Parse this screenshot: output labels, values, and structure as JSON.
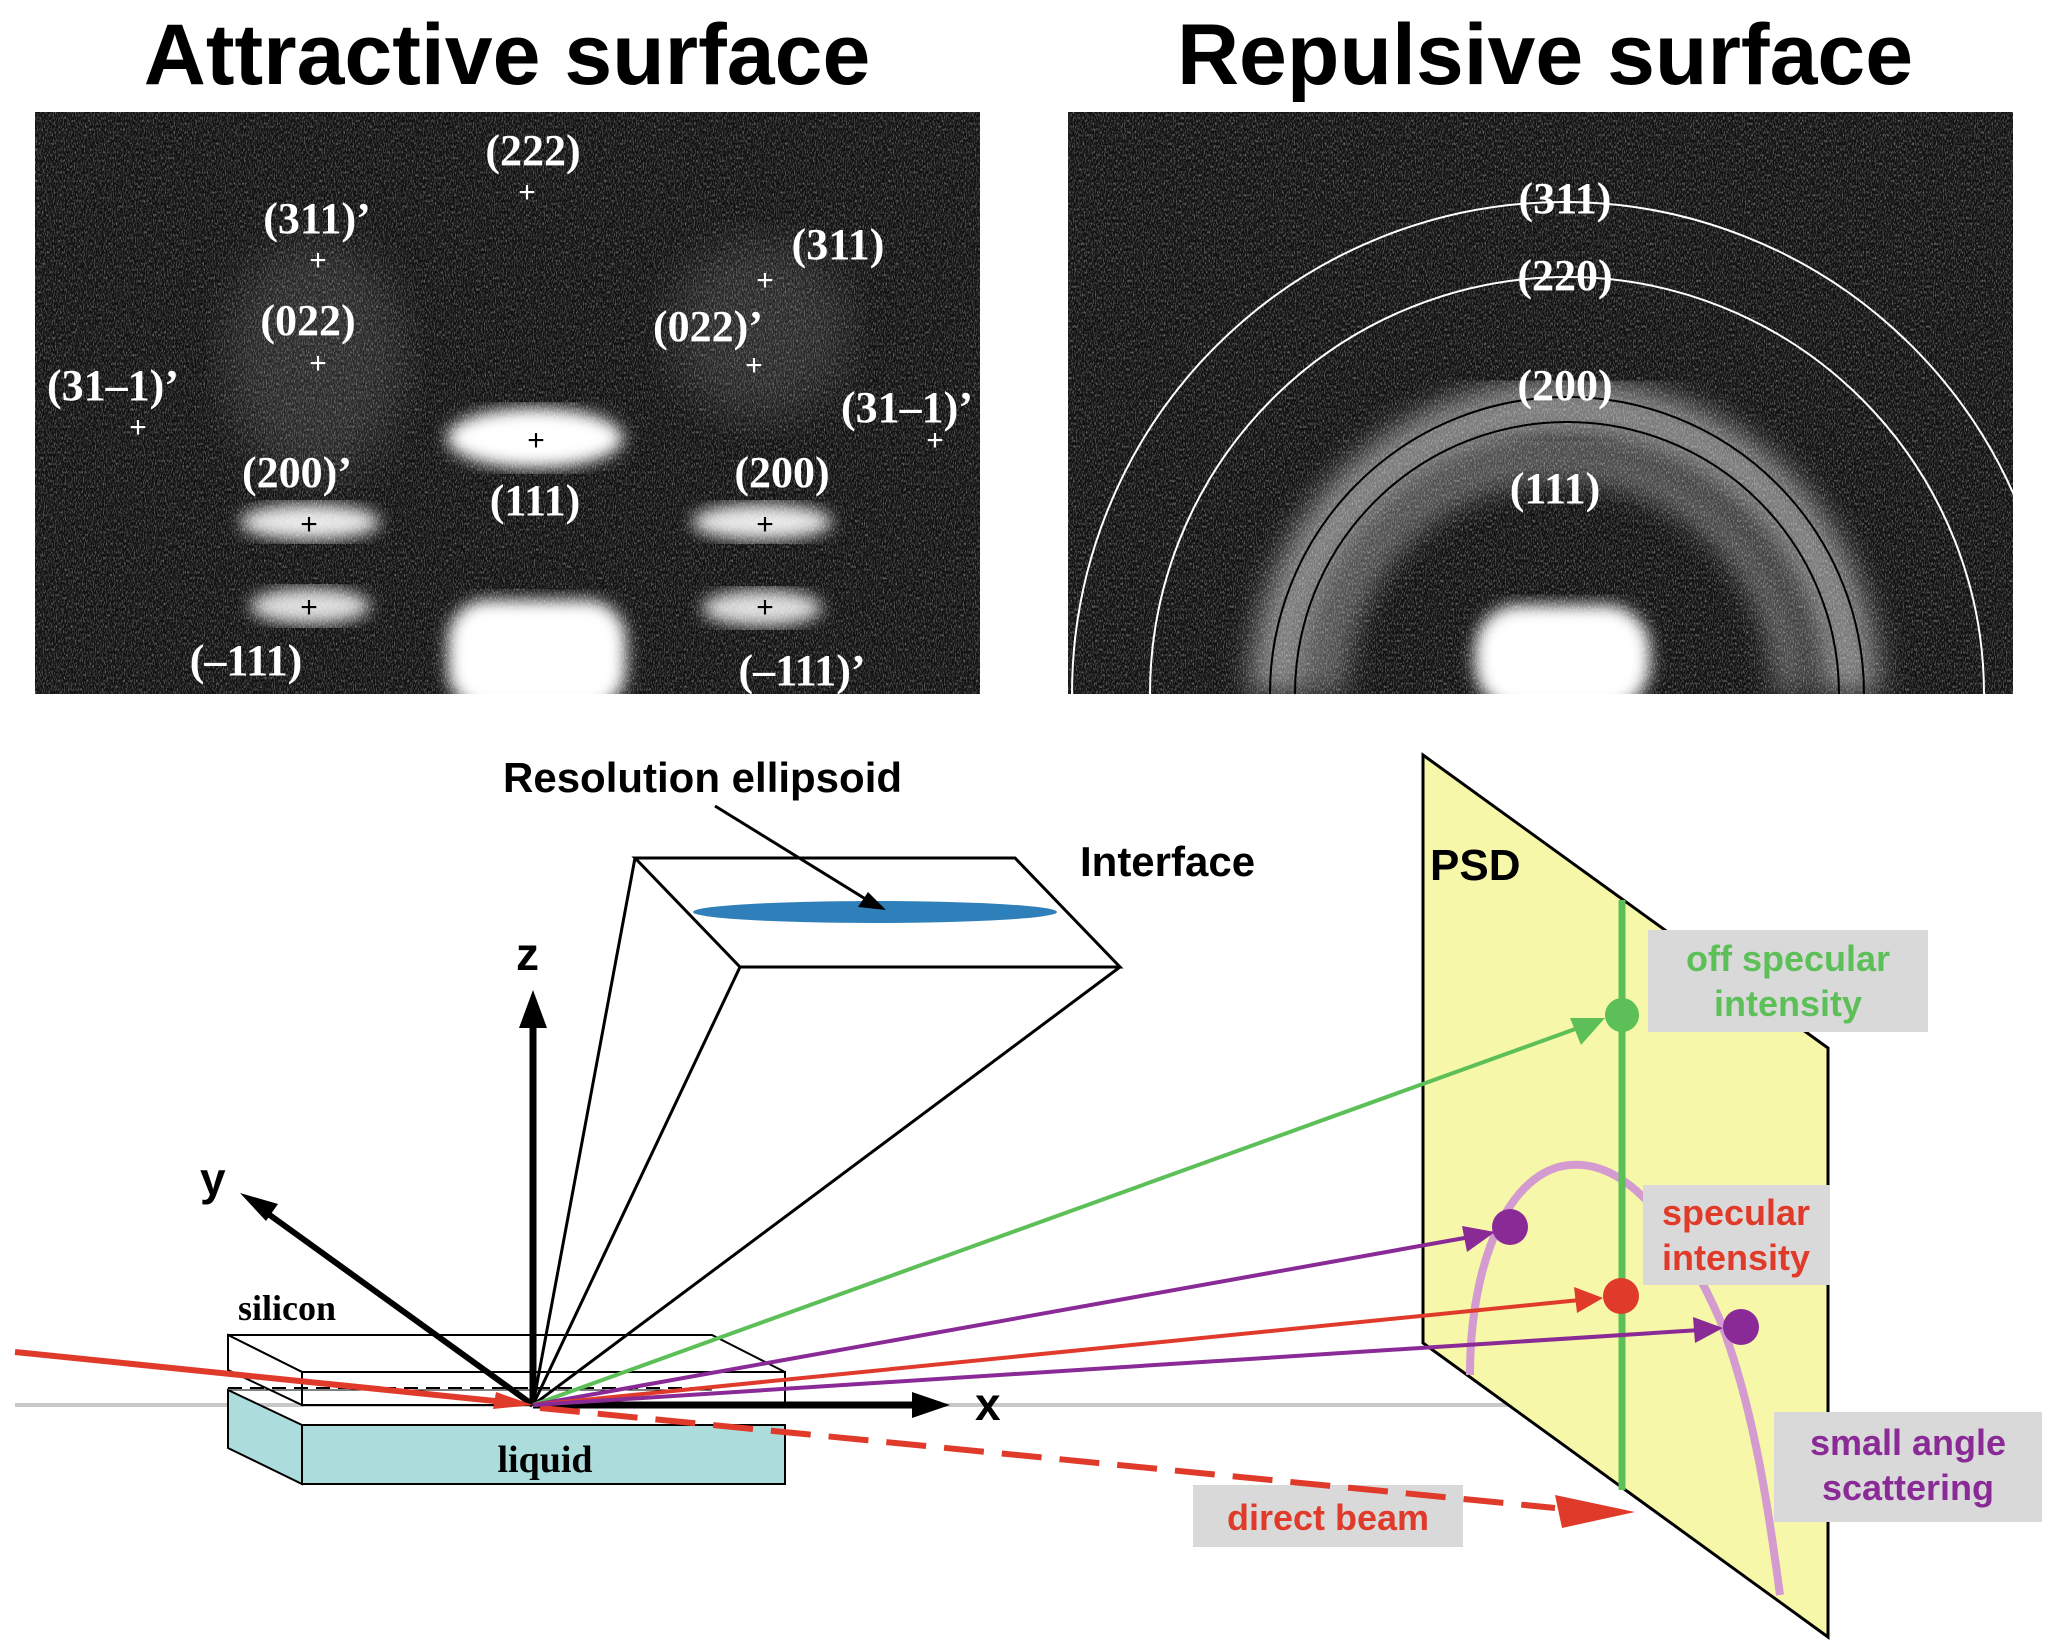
{
  "titles": {
    "attractive": "Attractive surface",
    "repulsive": "Repulsive surface"
  },
  "attractive_labels": {
    "l222": "(222)",
    "l311p": "(311)’",
    "l311": "(311)",
    "l022": "(022)",
    "l022p": "(022)’",
    "l31m1p_left": "(31–1)’",
    "l31m1p_right": "(31–1)’",
    "l200p": "(200)’",
    "l111": "(111)",
    "l200": "(200)",
    "lm111": "(–111)",
    "lm111p": "(–111)’",
    "cross": "+"
  },
  "repulsive_labels": {
    "r311": "(311)",
    "r220": "(220)",
    "r200": "(200)",
    "r111": "(111)"
  },
  "diagram": {
    "resolution_ellipsoid": "Resolution ellipsoid",
    "interface": "Interface",
    "psd": "PSD",
    "axis_z": "z",
    "axis_y": "y",
    "axis_x": "x",
    "silicon": "silicon",
    "liquid": "liquid",
    "off_specular_line1": "off specular",
    "off_specular_line2": "intensity",
    "specular_line1": "specular",
    "specular_line2": "intensity",
    "small_angle_line1": "small angle",
    "small_angle_line2": "scattering",
    "direct_beam": "direct beam"
  },
  "colors": {
    "green": "#5cbf58",
    "red": "#e03a2a",
    "purple": "#8a2a96",
    "pink_curve": "#d49bd0",
    "psd_fill": "#f6f7a8",
    "liquid_fill": "#acdcdc",
    "ellipse_blue": "#2f7fba",
    "label_box": "#d9d9d9"
  }
}
